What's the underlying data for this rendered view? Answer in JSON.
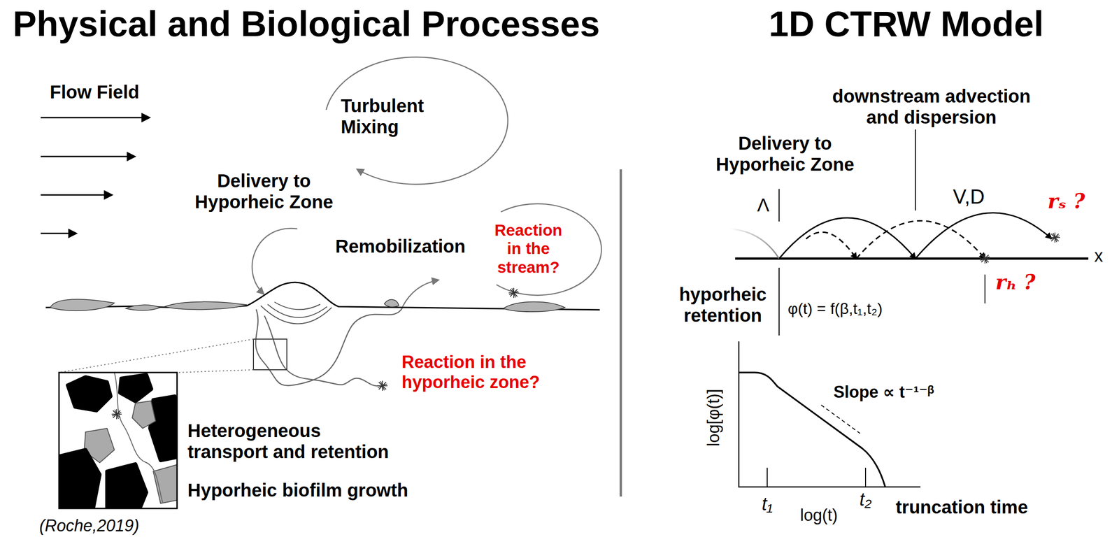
{
  "diagram": {
    "title": "Physical and Biological Processes",
    "labels": [
      "1D CTRW Model",
      "Flow Field",
      "Turbulent Mixing",
      "Delivery to Hyporheic Zone",
      "Remobilization",
      "Reaction in the stream?",
      "Reaction in the hyporheic zone?",
      "Heterogeneous transport and retention",
      "Hyporheic biofilm growth",
      "(Roche,2019)",
      "downstream advection and dispersion",
      "Delivery to Hyporheic Zone",
      "Λ",
      "V,D",
      "rₛ ?",
      "x",
      "hyporheic retention",
      "φ(t) = f(β,t₁,t₂)",
      "rₕ ?",
      "log[φ(t)]",
      "Slope ∝ t⁻¹⁻ᵝ",
      "t₁",
      "t₂",
      "log(t)",
      "truncation time"
    ]
  }
}
